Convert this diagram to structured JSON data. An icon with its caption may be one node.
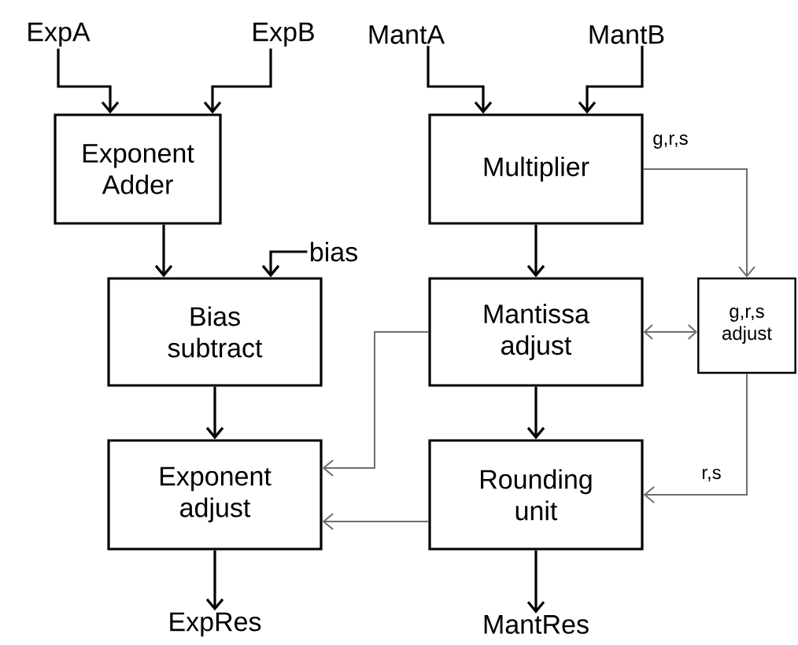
{
  "diagram": {
    "nodes": [
      {
        "text": [
          "ExpA"
        ]
      },
      {
        "text": [
          "ExpB"
        ]
      },
      {
        "text": [
          "MantA"
        ]
      },
      {
        "text": [
          "MantB"
        ]
      },
      {
        "text": [
          "Exponent Adder"
        ]
      },
      {
        "text": [
          "Multiplier"
        ]
      },
      {
        "text": [
          "bias"
        ]
      },
      {
        "text": [
          "Bias subtract"
        ]
      },
      {
        "text": [
          "Mantissa adjust"
        ]
      },
      {
        "text": [
          "g,r,s adjust"
        ]
      },
      {
        "text": [
          "Exponent adjust"
        ]
      },
      {
        "text": [
          "Rounding unit"
        ]
      },
      {
        "text": [
          "ExpRes"
        ]
      },
      {
        "text": [
          "MantRes"
        ]
      }
    ],
    "edges": [
      {
        "from": 0,
        "to": 4,
        "arrow": "to"
      },
      {
        "from": 1,
        "to": 4,
        "arrow": "to"
      },
      {
        "from": 2,
        "to": 5,
        "arrow": "to"
      },
      {
        "from": 3,
        "to": 5,
        "arrow": "to"
      },
      {
        "from": 4,
        "to": 7,
        "arrow": "to"
      },
      {
        "from": 6,
        "to": 7,
        "arrow": "to"
      },
      {
        "from": 5,
        "to": 8,
        "arrow": "to"
      },
      {
        "from": 5,
        "to": 9,
        "arrow": "to",
        "label": "g,r,s",
        "color": "#6e6e6e"
      },
      {
        "from": 8,
        "to": 9,
        "arrow": "both",
        "color": "#6e6e6e"
      },
      {
        "from": 7,
        "to": 10,
        "arrow": "to"
      },
      {
        "from": 8,
        "to": 10,
        "arrow": "to",
        "color": "#6e6e6e"
      },
      {
        "from": 8,
        "to": 11,
        "arrow": "to"
      },
      {
        "from": 9,
        "to": 11,
        "arrow": "to",
        "label": "r,s",
        "color": "#6e6e6e"
      },
      {
        "from": 11,
        "to": 10,
        "arrow": "to",
        "color": "#6e6e6e"
      },
      {
        "from": 10,
        "to": 12,
        "arrow": "to"
      },
      {
        "from": 11,
        "to": 13,
        "arrow": "to"
      }
    ]
  }
}
